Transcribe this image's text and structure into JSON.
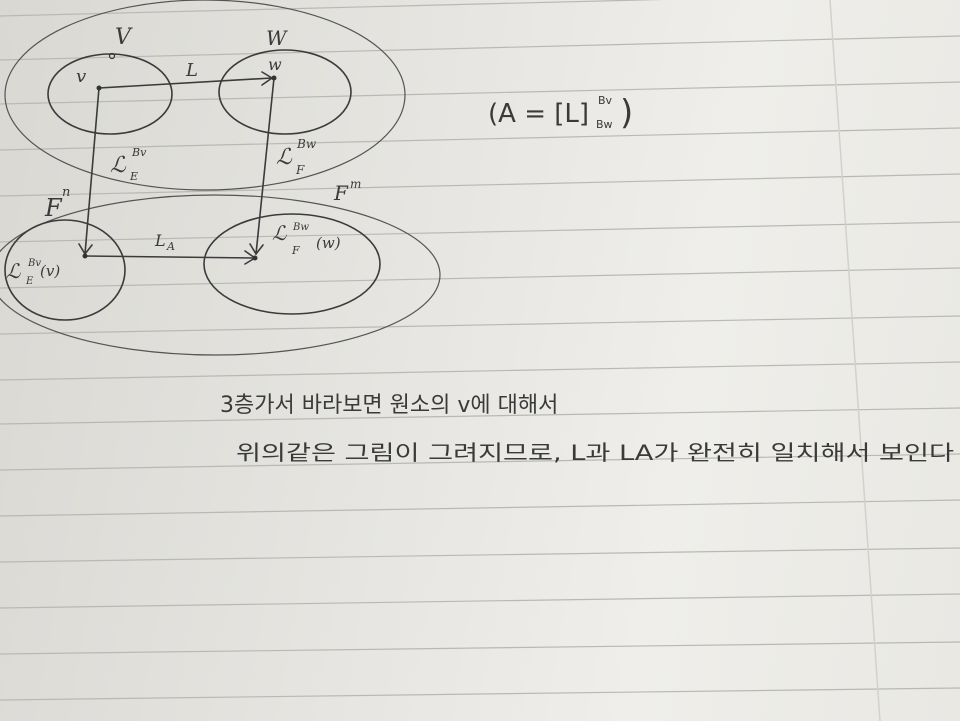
{
  "diagram": {
    "labels": {
      "space_V": "V",
      "space_W": "W",
      "vec_v": "v",
      "vec_w": "w",
      "map_L": "L",
      "space_Fn_base": "F",
      "space_Fn_exp": "n",
      "space_Fm_base": "F",
      "space_Fm_exp": "m",
      "map_LA": "L",
      "map_LA_sub": "A",
      "coord_left_base": "ℒ",
      "coord_left_sup": "Bv",
      "coord_left_sub": "E",
      "coord_right_base": "ℒ",
      "coord_right_sup": "Bw",
      "coord_right_sub": "F",
      "img_left": "ℒ",
      "img_left_sup": "Bv",
      "img_left_sub": "E",
      "img_left_arg": "(v)",
      "img_right": "ℒ",
      "img_right_sup": "Bw",
      "img_right_sub": "F",
      "img_right_arg": "(w)"
    },
    "formula": {
      "open": "(A = [L]",
      "sup": "Bv",
      "sub": "Bw",
      "close": ")"
    }
  },
  "note": {
    "line1": "3층가서 바라보면 원소의 v에 대해서",
    "line2": "위의같은 그림이 그려지므로, L과 LA가 완전히 일치해서 보인다"
  }
}
